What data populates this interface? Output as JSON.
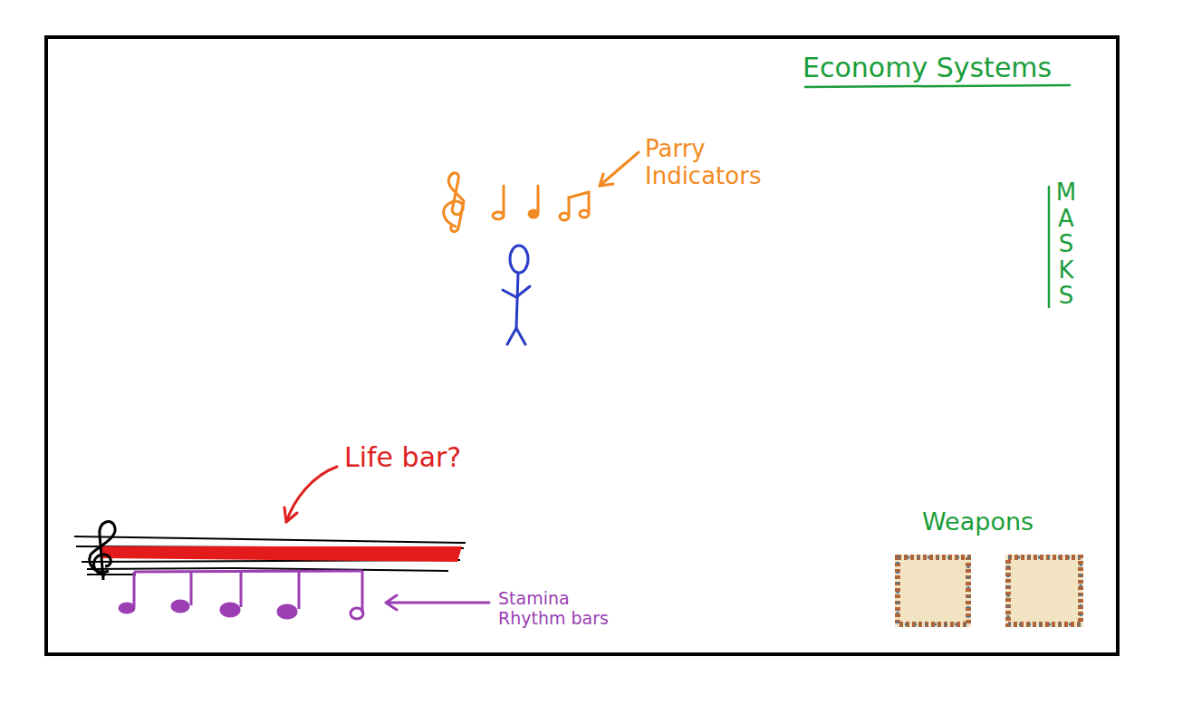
{
  "diagram": {
    "labels": [
      "Economy Systems",
      "Parry Indicators",
      "MASKS",
      "Life bar?",
      "Stamina Rhythm bars",
      "Weapons"
    ]
  }
}
